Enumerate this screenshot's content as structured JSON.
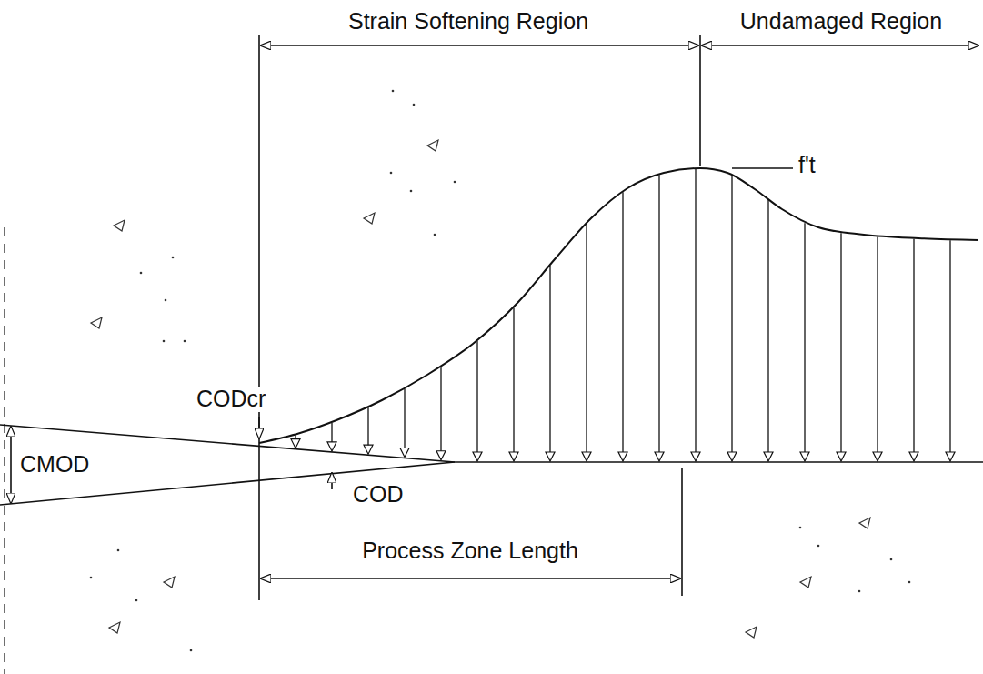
{
  "diagram": {
    "labels": [
      "Strain Softening Region",
      "Undamaged Region",
      "f't",
      "CODcr",
      "CMOD",
      "COD",
      "Process Zone Length"
    ]
  }
}
